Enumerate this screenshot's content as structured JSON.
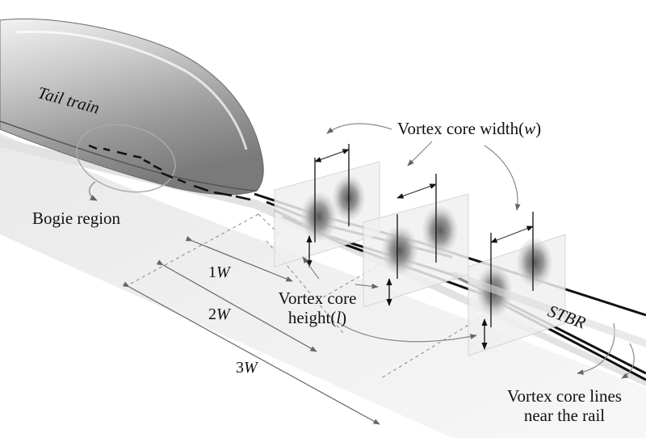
{
  "labels": {
    "tail_train": "Tail train",
    "bogie_region": "Bogie region",
    "vortex_core_width_prefix": "Vortex core width(",
    "vortex_core_width_var": "w",
    "vortex_core_width_suffix": ")",
    "vortex_core_height_line1": "Vortex core",
    "vortex_core_height_line2_prefix": "height(",
    "vortex_core_height_var": "l",
    "vortex_core_height_suffix": ")",
    "stbr": "STBR",
    "vortex_core_lines_line1": "Vortex core lines",
    "vortex_core_lines_line2": "near the rail"
  },
  "dimensions": [
    {
      "num": "1",
      "unit": "W"
    },
    {
      "num": "2",
      "unit": "W"
    },
    {
      "num": "3",
      "unit": "W"
    }
  ]
}
